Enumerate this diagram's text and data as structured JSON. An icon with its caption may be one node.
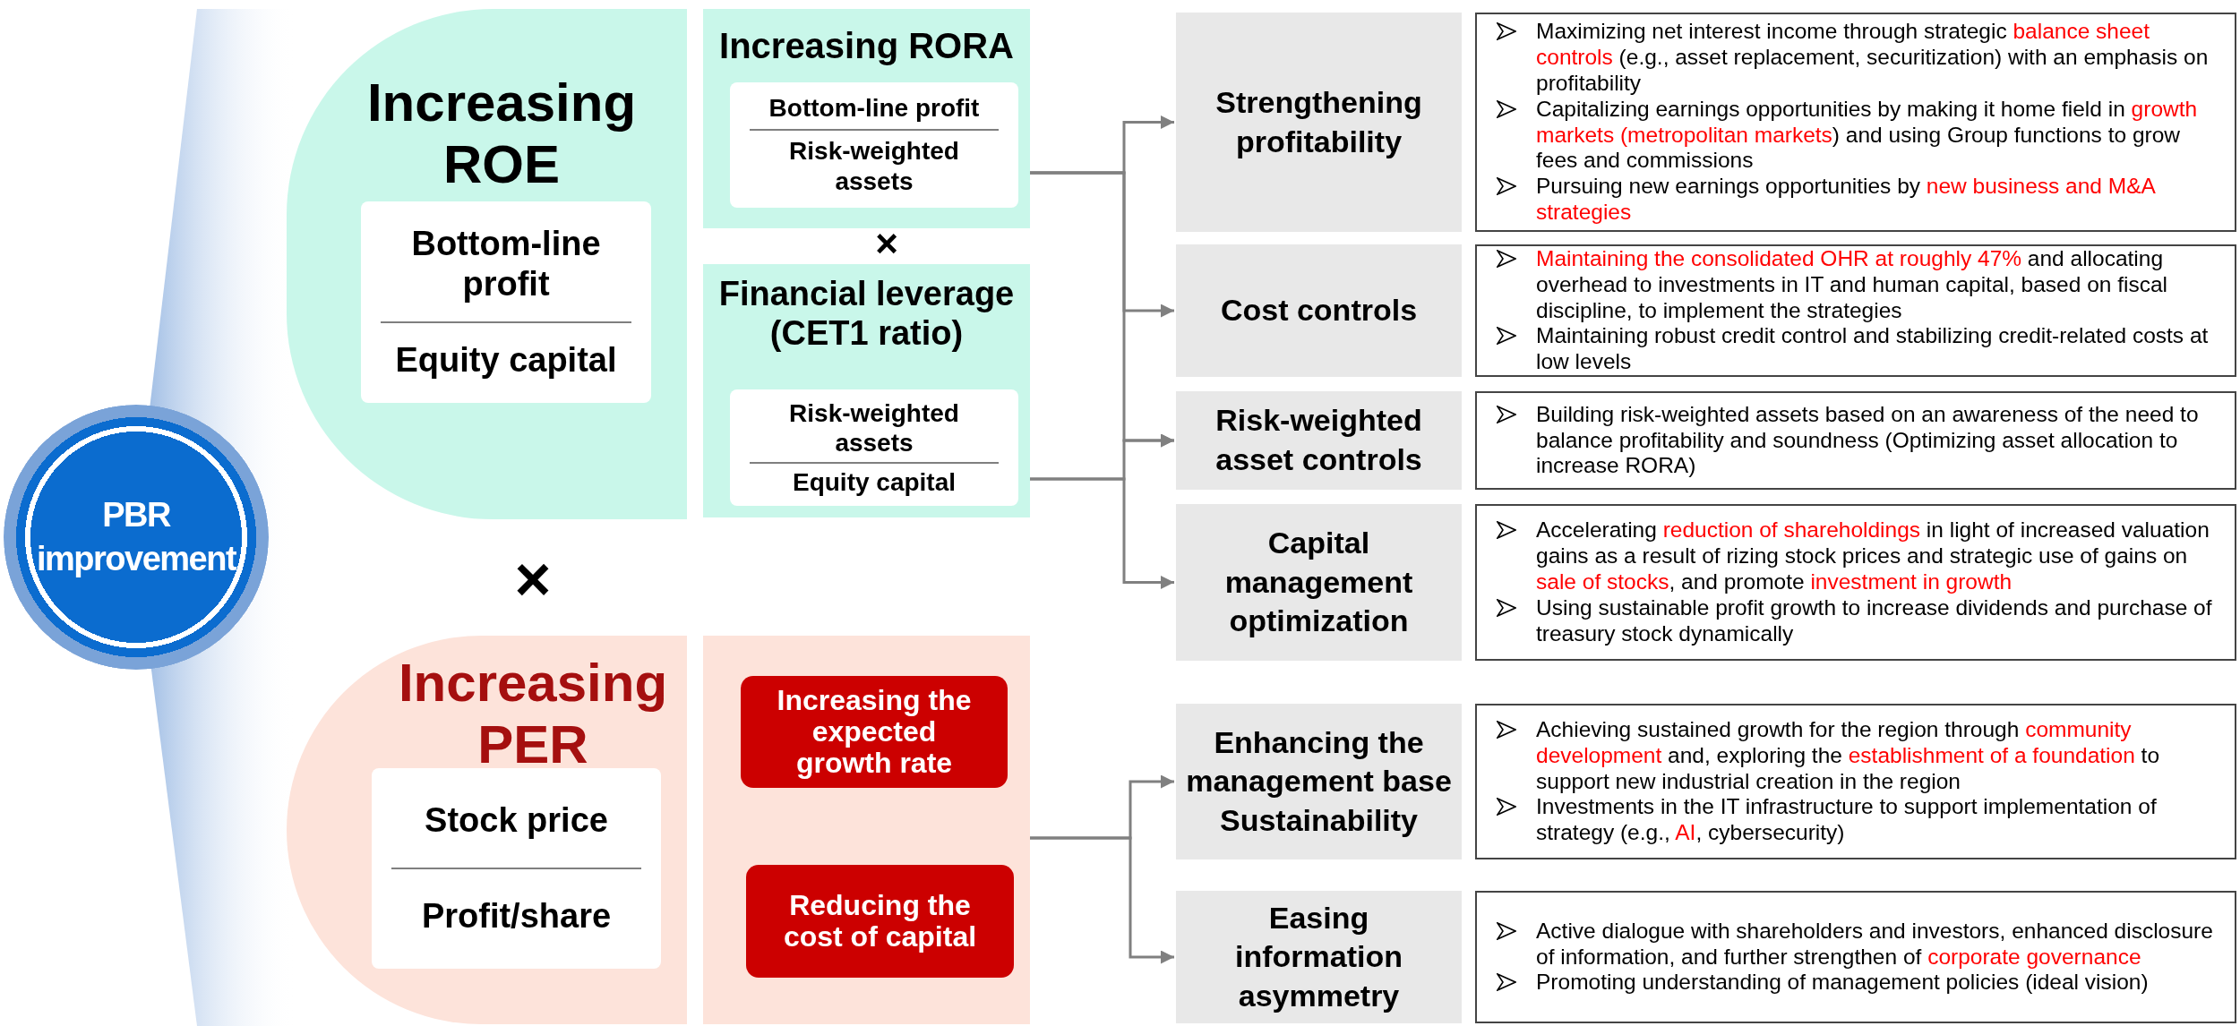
{
  "diagram": {
    "nodes": [
      {
        "text": [
          "PBR improvement"
        ]
      },
      {
        "text": [
          "Increasing ROE"
        ]
      },
      {
        "text": [
          "Bottom-line profit",
          "Equity capital"
        ],
        "in": 1
      },
      {
        "text": [
          "Increasing RORA"
        ]
      },
      {
        "text": [
          "Bottom-line profit",
          "Risk-weighted assets"
        ],
        "in": 3
      },
      {
        "text": [
          "Financial leverage (CET1 ratio)"
        ]
      },
      {
        "text": [
          "Risk-weighted assets",
          "Equity capital"
        ],
        "in": 5
      },
      {
        "text": [
          "Increasing PER"
        ]
      },
      {
        "text": [
          "Stock price",
          "Profit/share"
        ],
        "in": 7
      },
      {
        "text": [],
        "shape": "box"
      },
      {
        "text": [
          "Increasing the expected growth rate"
        ],
        "in": 9
      },
      {
        "text": [
          "Reducing the cost of capital"
        ],
        "in": 9
      },
      {
        "text": [
          "Strengthening profitability"
        ]
      },
      {
        "text": [
          "Maximizing net interest income through strategic *balance sheet controls* (e.g., asset replacement, securitization) with an emphasis on profitability",
          "Capitalizing earnings opportunities by making it home field in *growth markets (metropolitan markets*) and using Group functions to grow fees and commissions",
          "Pursuing new earnings opportunities by *new business and M&A strategies*"
        ]
      },
      {
        "text": [
          "Cost controls"
        ]
      },
      {
        "text": [
          "*Maintaining the consolidated OHR at roughly 47%* and allocating overhead to investments in IT and human capital, based on fiscal discipline, to implement the strategies",
          "Maintaining robust credit control and stabilizing credit-related costs at low levels"
        ]
      },
      {
        "text": [
          "Risk-weighted asset controls"
        ]
      },
      {
        "text": [
          "Building risk-weighted assets based on an awareness of the need to balance profitability and soundness (Optimizing asset allocation to increase RORA)"
        ]
      },
      {
        "text": [
          "Capital management optimization"
        ]
      },
      {
        "text": [
          "Accelerating *reduction of shareholdings* in light of increased valuation gains as a result of rizing stock prices and strategic use of gains on *sale of stocks*, and promote *investment in growth*",
          "Using sustainable profit growth to increase dividends and purchase of treasury stock dynamically"
        ]
      },
      {
        "text": [
          "Enhancing the management base Sustainability"
        ]
      },
      {
        "text": [
          "Achieving sustained growth for the region through *community development* and, exploring the *establishment of a foundation* to support new industrial creation in the region",
          "Investments in the IT infrastructure to support implementation of strategy (e.g., *AI*, cybersecurity)"
        ]
      },
      {
        "text": [
          "Easing information asymmetry"
        ]
      },
      {
        "text": [
          "Active dialogue with shareholders and investors, enhanced disclosure of information, and further strengthen of *corporate governance*",
          "Promoting understanding of management policies (ideal vision)"
        ]
      }
    ],
    "edges": [
      {
        "from": 3,
        "to": 12,
        "arrow": "to"
      },
      {
        "from": 3,
        "to": 14,
        "arrow": "to"
      },
      {
        "from": 3,
        "to": 16,
        "arrow": "to"
      },
      {
        "from": 5,
        "to": 16,
        "arrow": "to"
      },
      {
        "from": 5,
        "to": 18,
        "arrow": "to"
      },
      {
        "from": 9,
        "to": 20,
        "arrow": "to"
      },
      {
        "from": 9,
        "to": 22,
        "arrow": "to"
      }
    ],
    "labels": [
      "×",
      "×"
    ]
  }
}
